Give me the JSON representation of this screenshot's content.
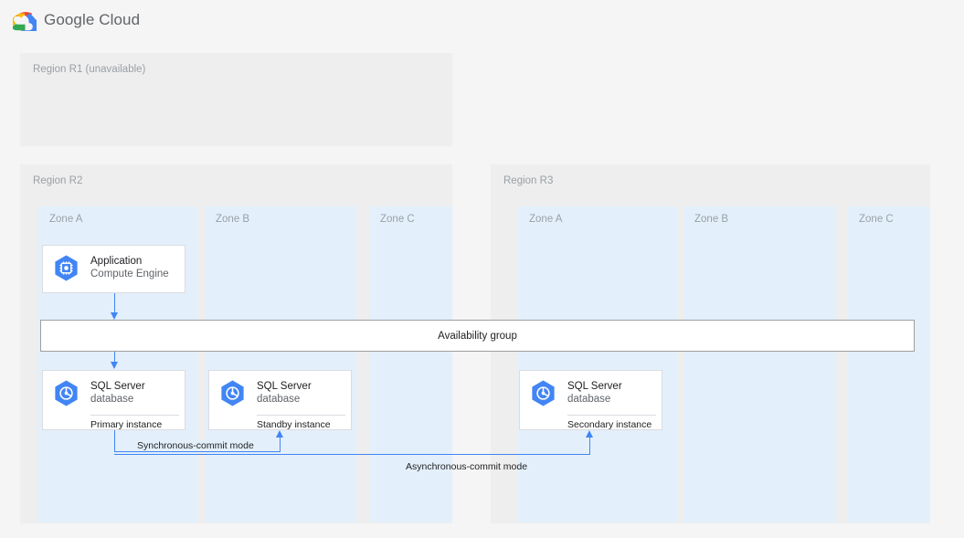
{
  "header": {
    "logo_icon": "google-cloud-logo-icon",
    "wordmark": "Google Cloud"
  },
  "regions": [
    {
      "id": "r1",
      "label": "Region R1 (unavailable)",
      "available": false,
      "zones": []
    },
    {
      "id": "r2",
      "label": "Region R2",
      "available": true,
      "zones": [
        {
          "id": "r2-a",
          "label": "Zone A"
        },
        {
          "id": "r2-b",
          "label": "Zone B"
        },
        {
          "id": "r2-c",
          "label": "Zone C"
        }
      ]
    },
    {
      "id": "r3",
      "label": "Region R3",
      "available": true,
      "zones": [
        {
          "id": "r3-a",
          "label": "Zone A"
        },
        {
          "id": "r3-b",
          "label": "Zone B"
        },
        {
          "id": "r3-c",
          "label": "Zone C"
        }
      ]
    }
  ],
  "cards": {
    "application": {
      "icon": "compute-engine-icon",
      "title": "Application",
      "subtitle": "Compute Engine",
      "footer": null
    },
    "sql_primary": {
      "icon": "sql-server-icon",
      "title": "SQL Server",
      "subtitle": "database",
      "footer": "Primary instance"
    },
    "sql_standby": {
      "icon": "sql-server-icon",
      "title": "SQL Server",
      "subtitle": "database",
      "footer": "Standby instance"
    },
    "sql_secondary": {
      "icon": "sql-server-icon",
      "title": "SQL Server",
      "subtitle": "database",
      "footer": "Secondary instance"
    }
  },
  "availability_group": {
    "label": "Availability group"
  },
  "connectors": {
    "synchronous": "Synchronous-commit mode",
    "asynchronous": "Asynchronous-commit mode"
  },
  "colors": {
    "canvas": "#f5f5f5",
    "region": "#eeeeee",
    "zone": "#e3f0fb",
    "card_border": "#dadce0",
    "accent_blue": "#4285f4",
    "icon_blue": "#4285f4",
    "text_primary": "#202124",
    "text_secondary": "#5f6368",
    "text_muted": "#9aa0a6"
  }
}
